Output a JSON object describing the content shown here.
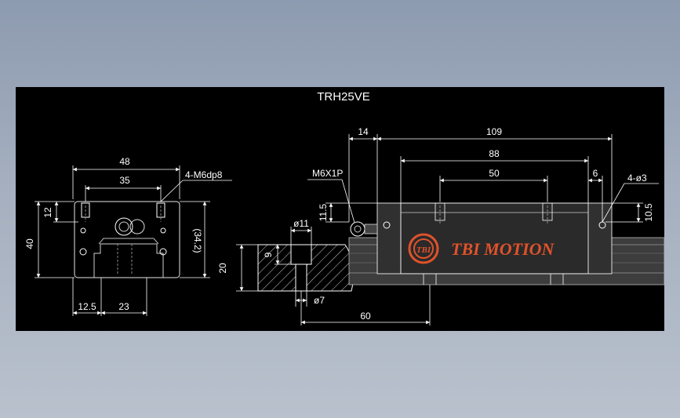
{
  "drawing": {
    "title": "TRH25VE",
    "logo": "TBI MOTION",
    "logo_badge": "TBI",
    "dims": {
      "front_width": "48",
      "front_hole_pitch": "35",
      "front_holes": "4-M6dp8",
      "front_top_offset": "12",
      "front_height": "40",
      "front_rail_height": "(34.2)",
      "front_left_offset": "12.5",
      "front_rail_width": "23",
      "side_end": "14",
      "side_length": "109",
      "side_body": "88",
      "side_pitch": "50",
      "side_end_gap": "6",
      "side_holes": "4-ø3",
      "side_grease": "M6X1P",
      "side_grease_height": "11.5",
      "side_right_height": "10.5",
      "rail_cbore": "ø11",
      "rail_cbore_depth": "9",
      "rail_height": "20",
      "rail_hole": "ø7",
      "rail_pitch": "60"
    }
  }
}
